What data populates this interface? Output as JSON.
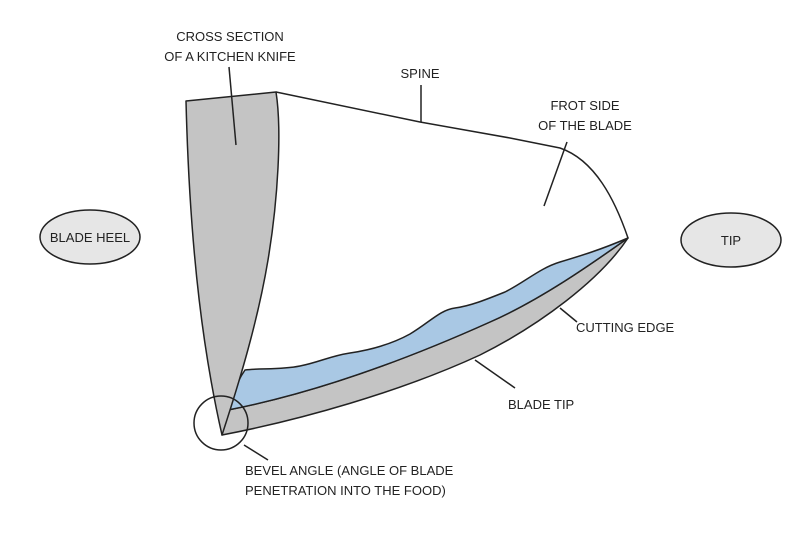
{
  "labels": {
    "cross_section_1": "CROSS SECTION",
    "cross_section_2": "OF A KITCHEN KNIFE",
    "spine": "SPINE",
    "front_side_1": "FROT SIDE",
    "front_side_2": "OF THE BLADE",
    "blade_heel": "BLADE HEEL",
    "tip": "TIP",
    "cutting_edge": "CUTTING EDGE",
    "blade_tip": "BLADE TIP",
    "bevel_1": "BEVEL ANGLE (ANGLE OF BLADE",
    "bevel_2": "PENETRATION INTO THE FOOD)"
  },
  "colors": {
    "cross_section": "#c4c4c4",
    "bevel_band": "#c4c4c4",
    "edge_area": "#a9c8e4",
    "ellipse": "#e6e6e6",
    "stroke": "#222222"
  }
}
